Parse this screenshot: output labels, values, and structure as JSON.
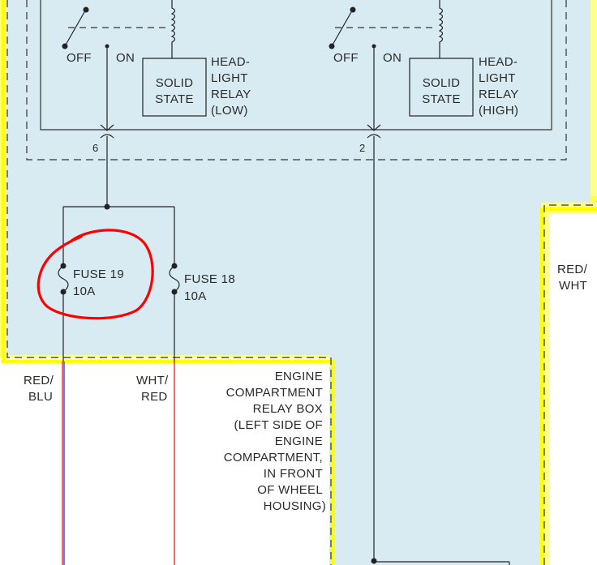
{
  "relay_low": {
    "off_label": "OFF",
    "on_label": "ON",
    "box_line1": "SOLID",
    "box_line2": "STATE",
    "name_line1": "HEAD-",
    "name_line2": "LIGHT",
    "name_line3": "RELAY",
    "name_line4": "(LOW)",
    "pin": "6"
  },
  "relay_high": {
    "off_label": "OFF",
    "on_label": "ON",
    "box_line1": "SOLID",
    "box_line2": "STATE",
    "name_line1": "HEAD-",
    "name_line2": "LIGHT",
    "name_line3": "RELAY",
    "name_line4": "(HIGH)",
    "pin": "2"
  },
  "fuse_19": {
    "name": "FUSE 19",
    "rating": "10A"
  },
  "fuse_18": {
    "name": "FUSE 18",
    "rating": "10A"
  },
  "wires": {
    "left_line1": "RED/",
    "left_line2": "BLU",
    "middle_line1": "WHT/",
    "middle_line2": "RED",
    "right_line1": "RED/",
    "right_line2": "WHT"
  },
  "relay_box_label": [
    "ENGINE",
    "COMPARTMENT",
    "RELAY BOX",
    "(LEFT SIDE OF",
    "ENGINE",
    "COMPARTMENT,",
    "IN FRONT",
    "OF WHEEL",
    "HOUSING)"
  ],
  "colors": {
    "panel_fill": "#d8ebf3",
    "highlight_yellow": "#ffff00",
    "annotation_red": "#ff0000",
    "wire_red": "#e02020",
    "wire_blue": "#3030d0",
    "line": "#333333"
  }
}
